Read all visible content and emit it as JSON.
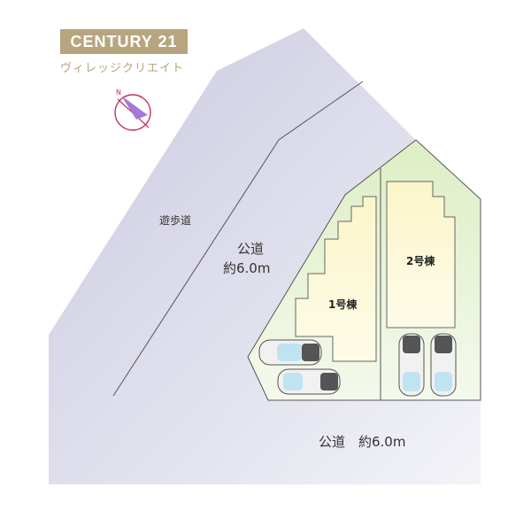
{
  "brand": {
    "name": "CENTURY 21",
    "subname": "ヴィレッジクリエイト",
    "color": "#b7a57f"
  },
  "compass": {
    "north_label": "N",
    "icon": "north-arrow-icon"
  },
  "labels": {
    "promenade": "遊歩道",
    "road_diag_line1": "公道",
    "road_diag_line2": "約6.0m",
    "road_bottom": "公道　約6.0m",
    "building1": "1号棟",
    "building2": "2号棟"
  },
  "colors": {
    "road": "#dcdcec",
    "lot": "#e7f2d2",
    "building": "#fcf8d6",
    "compass": "#a47ad6"
  }
}
